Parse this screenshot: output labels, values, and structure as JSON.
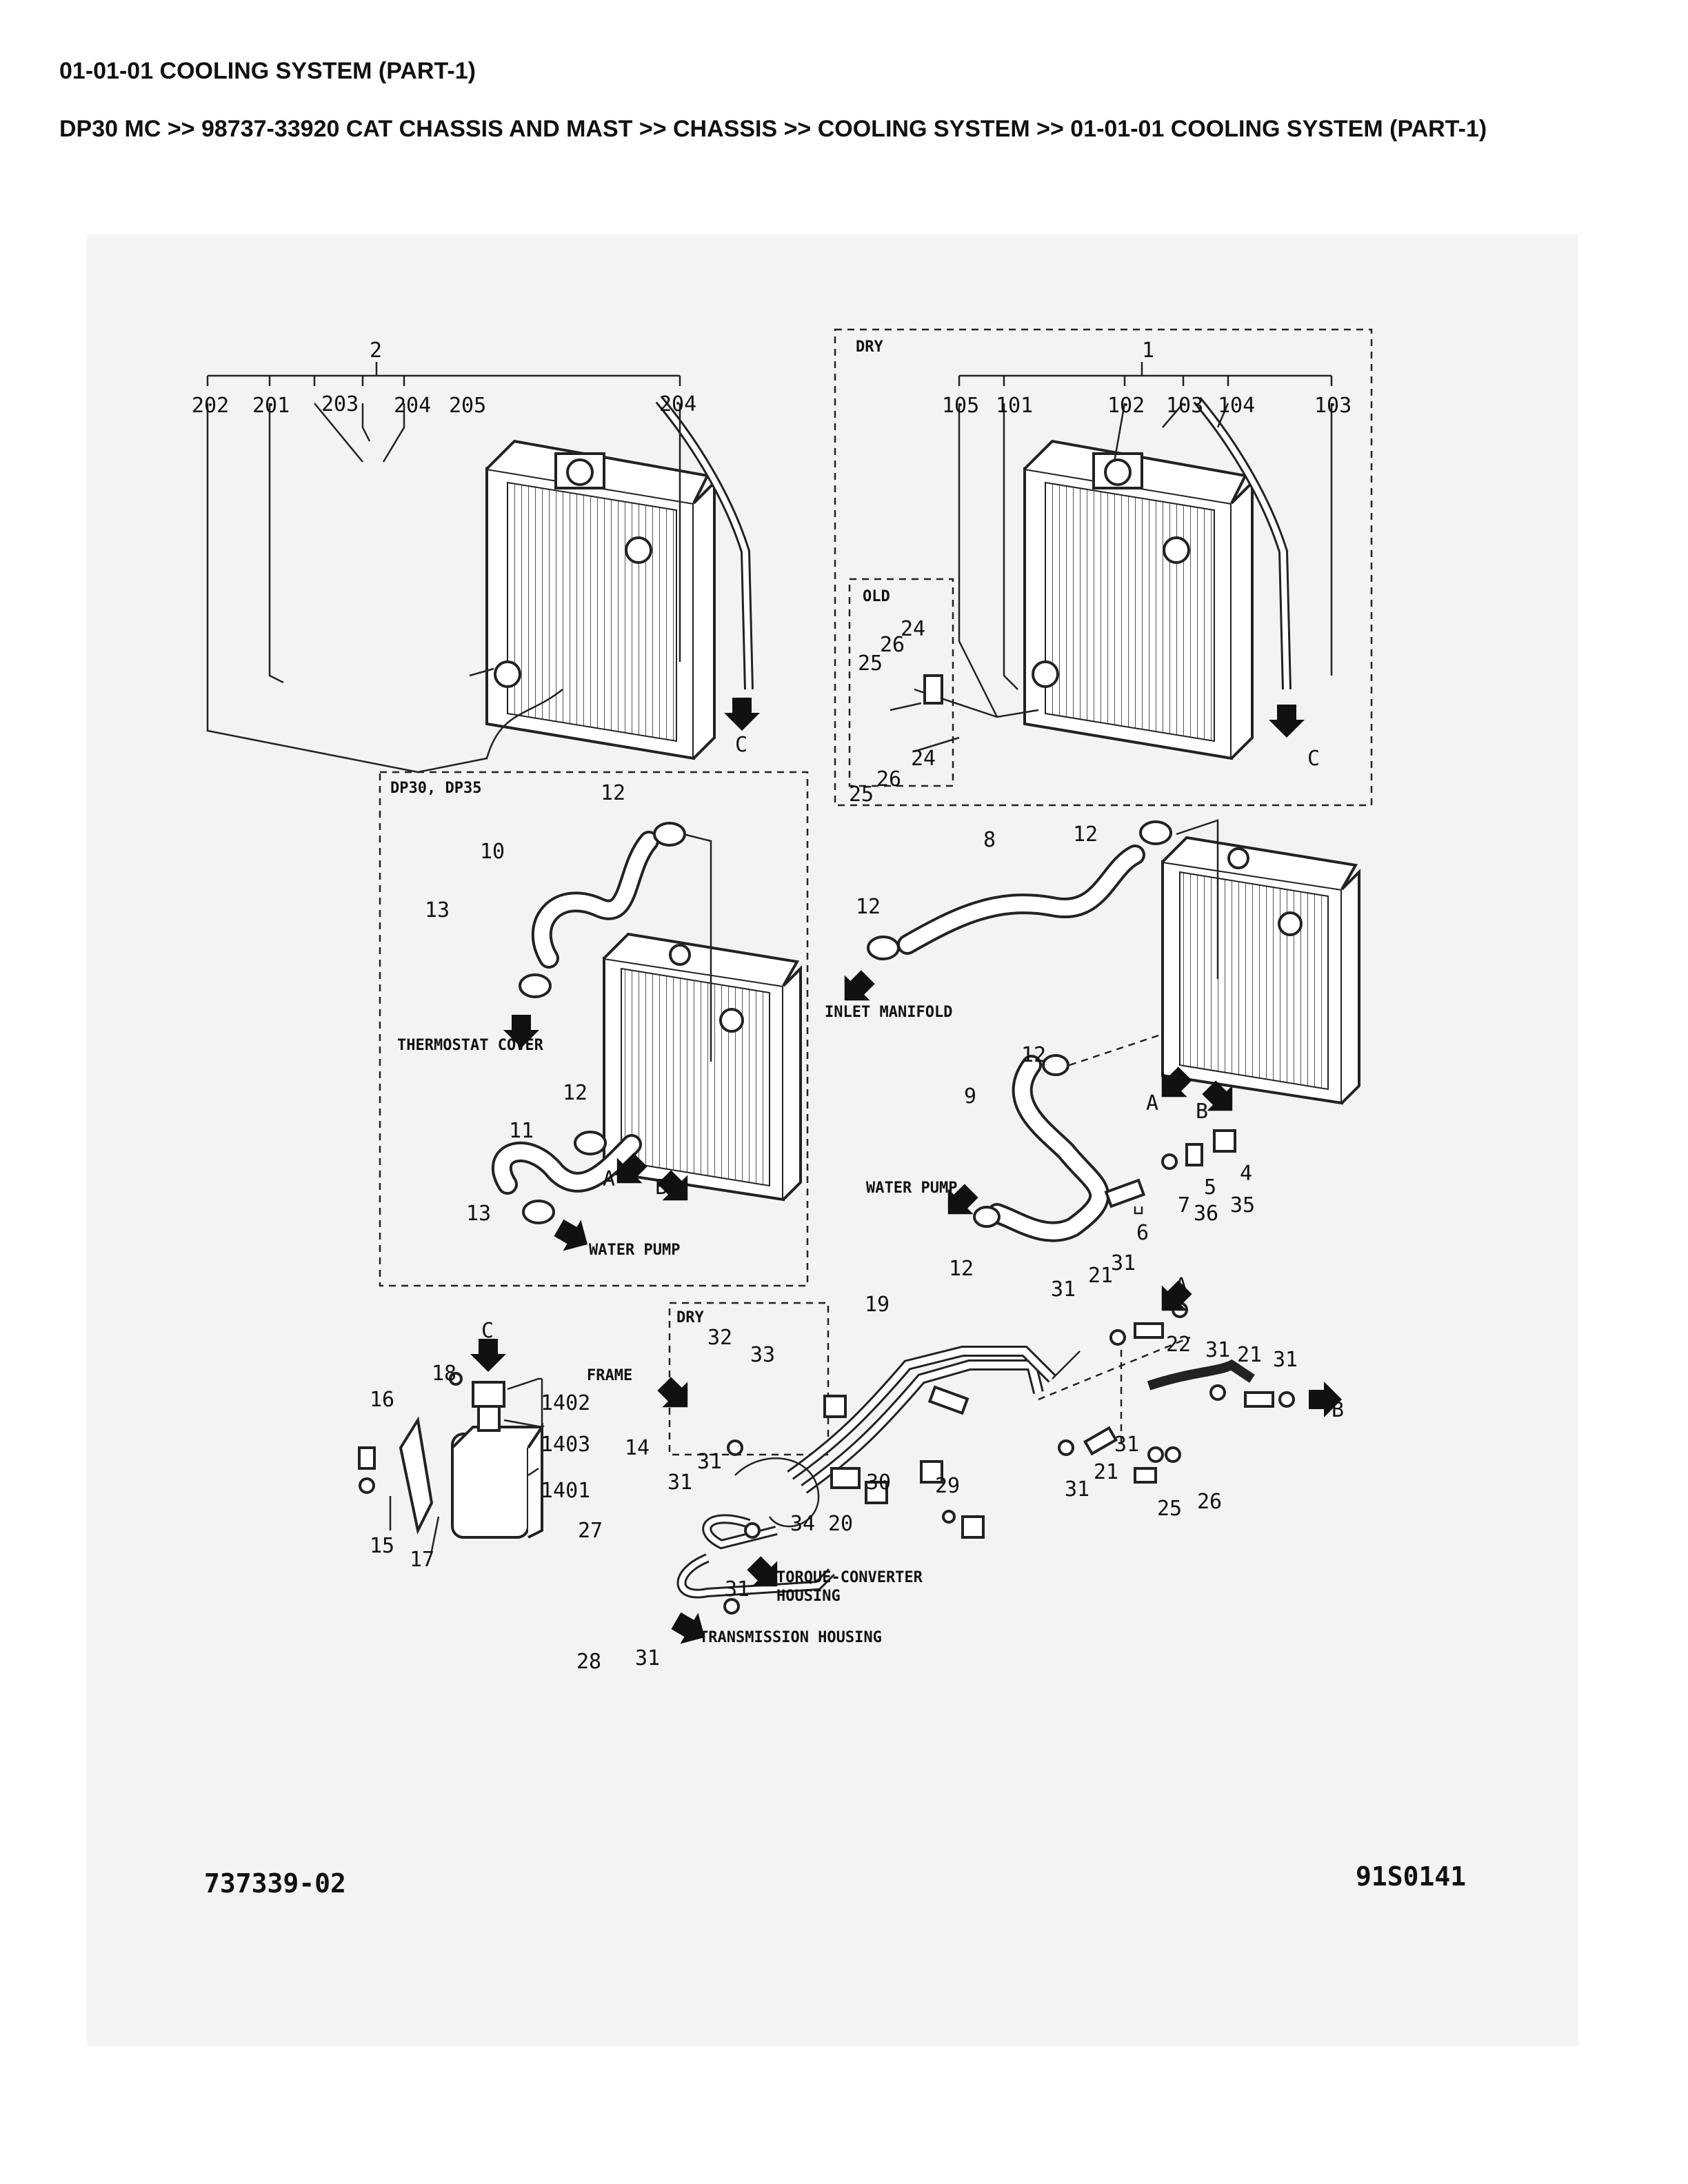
{
  "page": {
    "title": "01-01-01 COOLING SYSTEM (PART-1)",
    "breadcrumb": "DP30 MC >> 98737-33920 CAT CHASSIS AND MAST >> CHASSIS >> COOLING SYSTEM >> 01-01-01 COOLING SYSTEM (PART-1)"
  },
  "diagram": {
    "drawing_number_left": "737339-02",
    "drawing_number_right": "91S0141",
    "box_labels": {
      "dry_top": "DRY",
      "old": "OLD",
      "dp30_dp35": "DP30, DP35",
      "dry_bottom": "DRY"
    },
    "callouts": {
      "thermostat_cover": "THERMOSTAT COVER",
      "water_pump_left": "WATER PUMP",
      "inlet_manifold": "INLET MANIFOLD",
      "water_pump_right": "WATER PUMP",
      "frame": "FRAME",
      "torque_converter": "TORQUE-CONVERTER",
      "housing": "HOUSING",
      "transmission_housing": "TRANSMISSION HOUSING"
    },
    "letters": {
      "a": "A",
      "b": "B",
      "c": "C"
    },
    "part_numbers": {
      "p1": "1",
      "p2": "2",
      "p4": "4",
      "p5": "5",
      "p6": "6",
      "p7": "7",
      "p8": "8",
      "p9": "9",
      "p10": "10",
      "p11": "11",
      "p12": "12",
      "p13": "13",
      "p14": "14",
      "p15": "15",
      "p16": "16",
      "p17": "17",
      "p18": "18",
      "p19": "19",
      "p20": "20",
      "p21": "21",
      "p22": "22",
      "p24": "24",
      "p25": "25",
      "p26": "26",
      "p27": "27",
      "p28": "28",
      "p29": "29",
      "p30": "30",
      "p31": "31",
      "p32": "32",
      "p33": "33",
      "p34": "34",
      "p35": "35",
      "p36": "36",
      "p101": "101",
      "p102": "102",
      "p103": "103",
      "p104": "104",
      "p105": "105",
      "p201": "201",
      "p202": "202",
      "p203": "203",
      "p204": "204",
      "p205": "205",
      "p1401": "1401",
      "p1402": "1402",
      "p1403": "1403"
    }
  }
}
